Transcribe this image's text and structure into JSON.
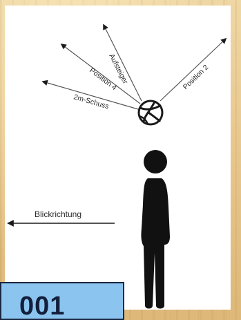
{
  "diagram": {
    "arrows": [
      {
        "id": "aufsteiger",
        "label": "Aufsteiger"
      },
      {
        "id": "position-4",
        "label": "Position 4"
      },
      {
        "id": "2m-schuss",
        "label": "2m-Schuss"
      },
      {
        "id": "position-2",
        "label": "Position 2"
      }
    ],
    "gaze_label": "Blickrichtung",
    "caption": "001",
    "colors": {
      "ink": "#1a1a1a",
      "caption_bg": "#8cc4f0",
      "caption_border": "#1a2740",
      "background": "#e8c98e"
    }
  }
}
